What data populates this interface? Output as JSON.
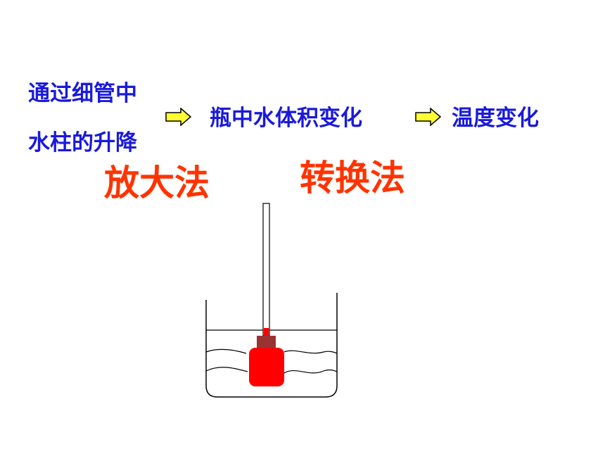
{
  "flow": {
    "step1_line1": "通过细管中",
    "step1_line2": "水柱的升降",
    "step2": "瓶中水体积变化",
    "step3": "温度变化"
  },
  "methods": {
    "left": "放大法",
    "right": "转换法"
  },
  "colors": {
    "text_blue": "#1a1adb",
    "text_red": "#ff3300",
    "arrow_fill": "#ffff33",
    "bottle": "#ff0000",
    "stopper": "#993333"
  }
}
